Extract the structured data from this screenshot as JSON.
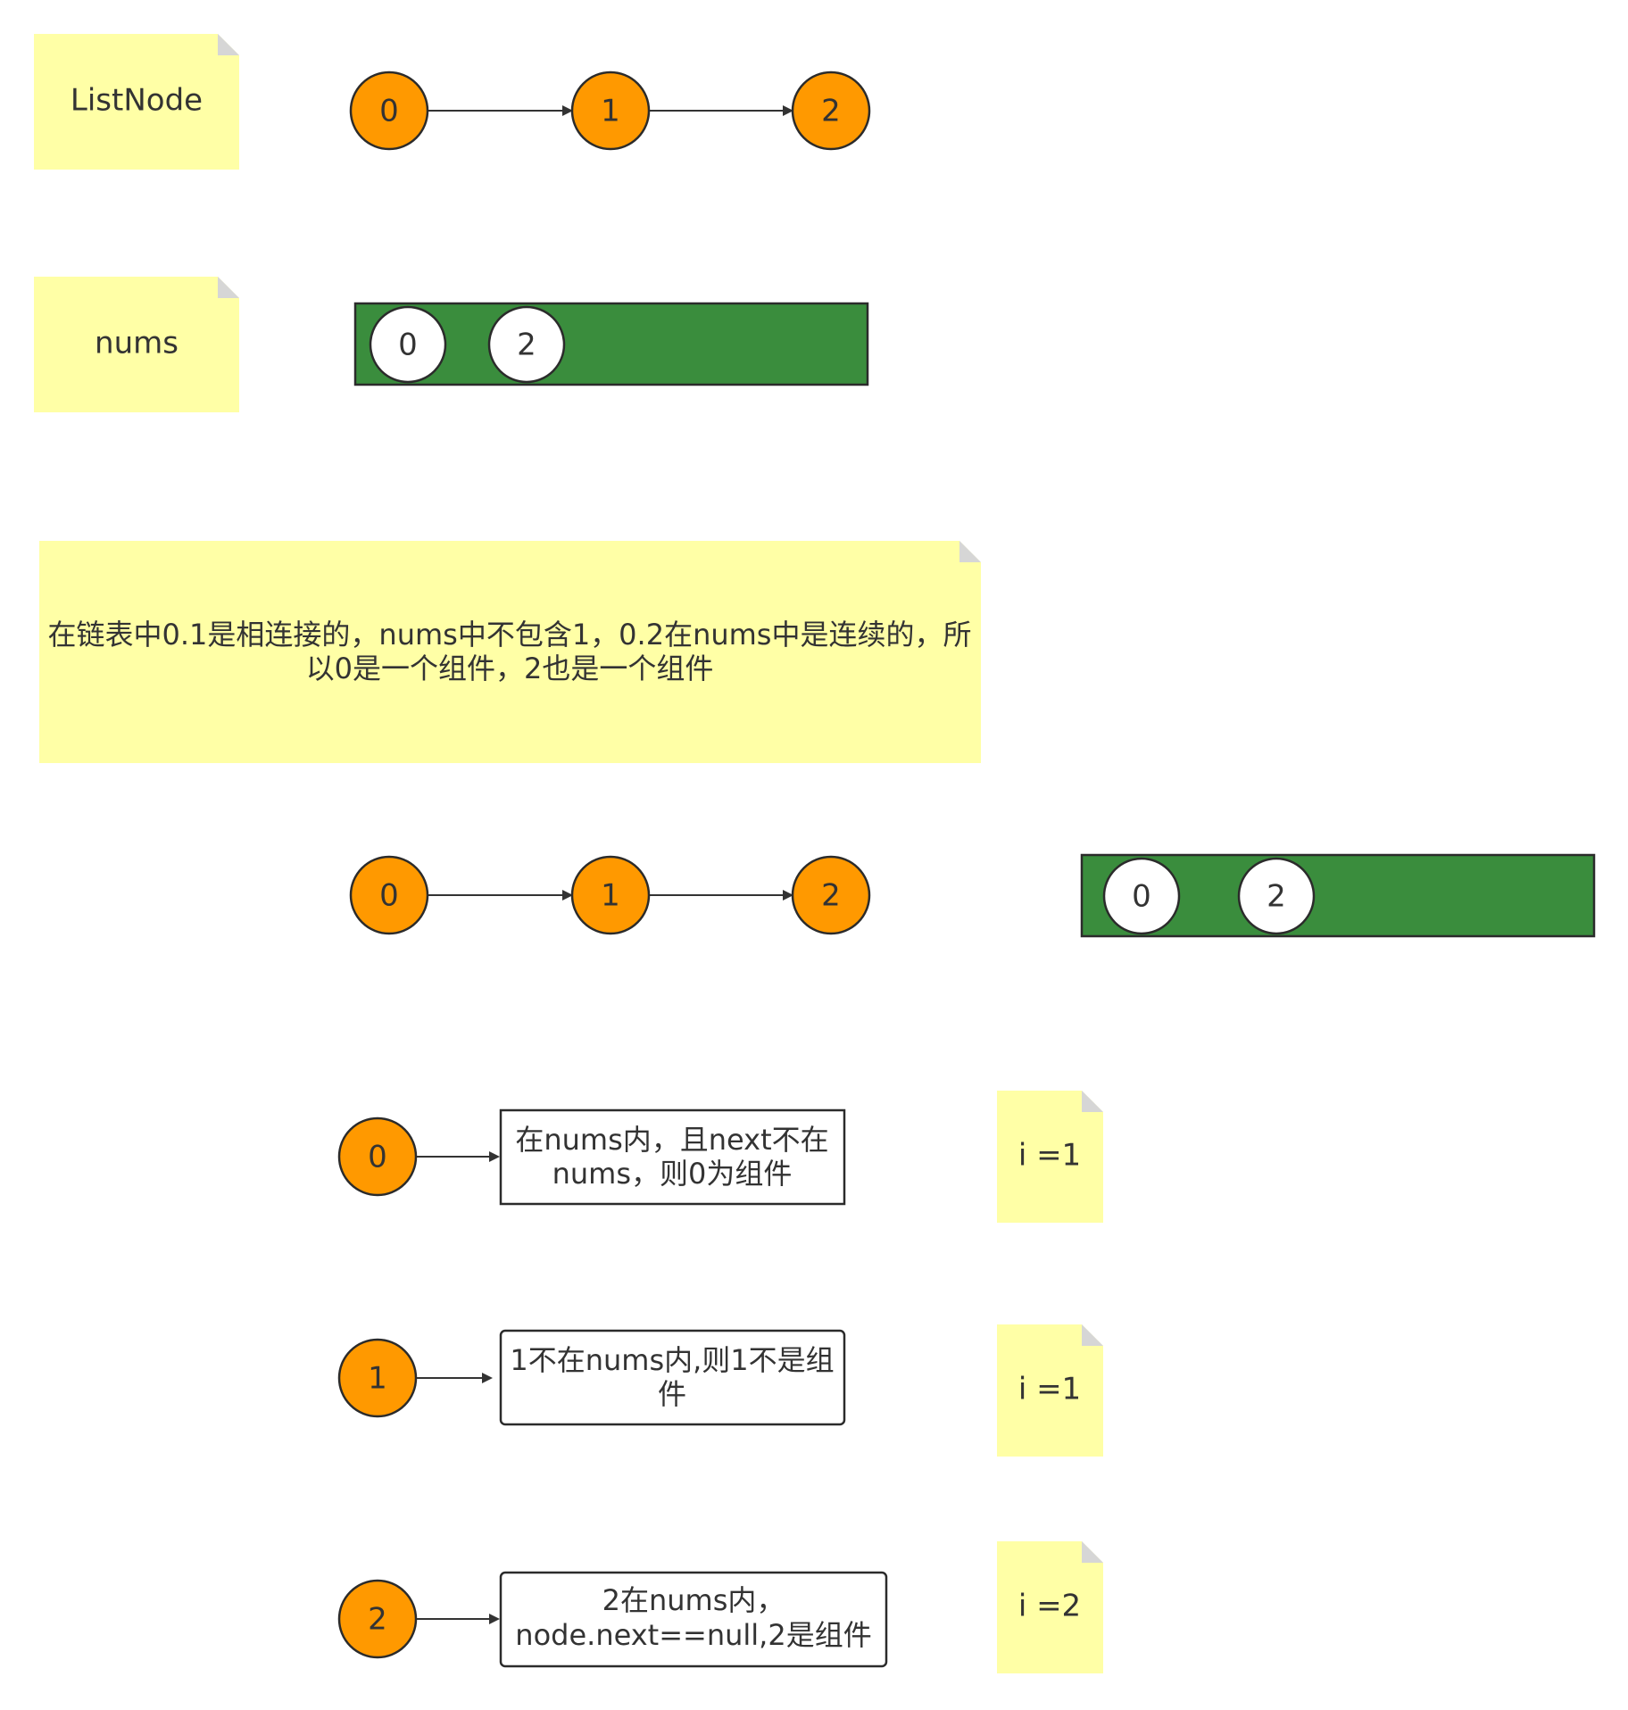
{
  "colors": {
    "note_fill": "#ffffa6",
    "note_fold": "#d6d6d6",
    "node_fill": "#ff9900",
    "node_stroke": "#2b2b2b",
    "nums_fill": "#3a8d3d",
    "nums_circle_fill": "#ffffff",
    "edge": "#333333",
    "text": "#333333"
  },
  "notes": {
    "listnode": "ListNode",
    "nums": "nums",
    "explanation_line1": "在链表中0.1是相连接的，nums中不包含1，0.2在nums中是连续的，所",
    "explanation_line2": "以0是一个组件，2也是一个组件",
    "i_row1": "i =1",
    "i_row2": "i =1",
    "i_row3": "i =2"
  },
  "list_top": [
    "0",
    "1",
    "2"
  ],
  "nums_top": [
    "0",
    "2"
  ],
  "list_middle": [
    "0",
    "1",
    "2"
  ],
  "nums_middle": [
    "0",
    "2"
  ],
  "steps": [
    {
      "node": "0",
      "text_line1": "在nums内，且next不在",
      "text_line2": "nums，则0为组件"
    },
    {
      "node": "1",
      "text_line1": "1不在nums内,则1不是组",
      "text_line2": "件"
    },
    {
      "node": "2",
      "text_line1": "2在nums内，",
      "text_line2": "node.next==null,2是组件"
    }
  ]
}
